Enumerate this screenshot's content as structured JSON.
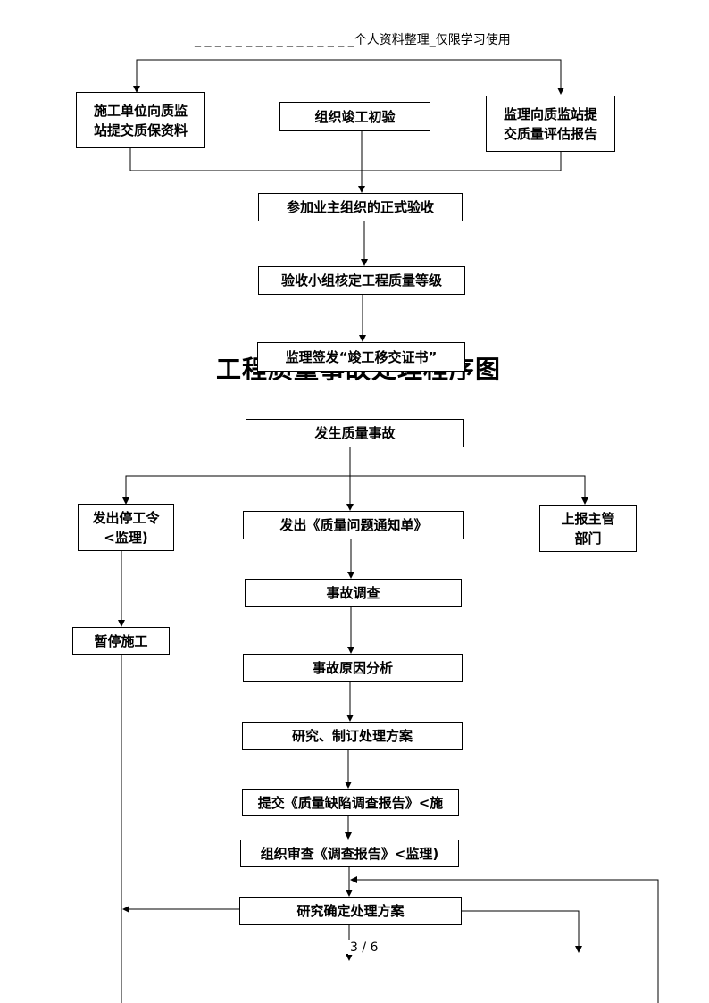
{
  "header": {
    "text": "_ _ _ _ _ _ _ _ _ _ _ _ _ _ _ _个人资料整理_仅限学习使用"
  },
  "flow1": {
    "construction_submit": [
      "施工单位向质监",
      "站提交质保资料"
    ],
    "initial_inspection": "组织竣工初验",
    "supervisor_submit": [
      "监理向质监站提",
      "交质量评估报告"
    ],
    "formal_acceptance": "参加业主组织的正式验收",
    "verify_grade": "验收小组核定工程质量等级",
    "issue_certificate": "监理签发“竣工移交证书”"
  },
  "section_title": "工程质量事故处理程序图",
  "flow2": {
    "accident": "发生质量事故",
    "stop_order": [
      "发出停工令",
      "<监理)"
    ],
    "notice": "发出《质量问题通知单》",
    "report_dept": [
      "上报主管",
      "部门"
    ],
    "investigation": "事故调查",
    "suspend": "暂停施工",
    "cause_analysis": "事故原因分析",
    "study_plan": "研究、制订处理方案",
    "submit_report": "提交《质量缺陷调查报告》<施",
    "review_report": "组织审查《调查报告》<监理)",
    "determine_plan": "研究确定处理方案"
  },
  "page_number": "3 / 6"
}
